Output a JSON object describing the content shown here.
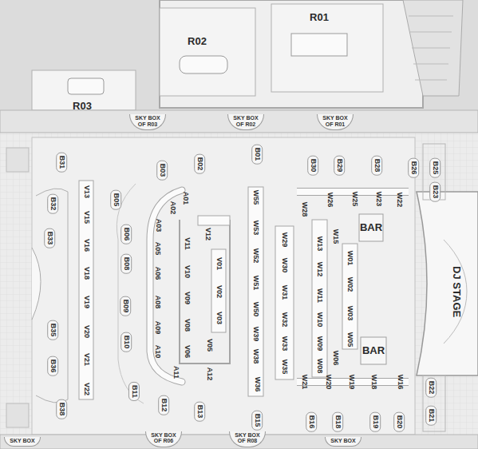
{
  "diagram": {
    "nodes": [
      {
        "text": [
          "R01"
        ]
      },
      {
        "text": [
          "R02"
        ]
      },
      {
        "text": [
          "R03"
        ]
      },
      {
        "text": [
          "SKY BOX OF R03"
        ]
      },
      {
        "text": [
          "SKY BOX OF R02"
        ]
      },
      {
        "text": [
          "SKY BOX OF R01"
        ]
      },
      {
        "text": [
          "B01"
        ]
      },
      {
        "text": [
          "B02"
        ]
      },
      {
        "text": [
          "B03"
        ]
      },
      {
        "text": [
          "B30"
        ]
      },
      {
        "text": [
          "B29"
        ]
      },
      {
        "text": [
          "B28"
        ]
      },
      {
        "text": [
          "B26"
        ]
      },
      {
        "text": [
          "B25"
        ]
      },
      {
        "text": [
          "B23"
        ]
      },
      {
        "text": [
          "B31"
        ]
      },
      {
        "text": [
          "V13"
        ]
      },
      {
        "text": [
          "B05"
        ]
      },
      {
        "text": [
          "A01"
        ]
      },
      {
        "text": [
          "A02"
        ]
      },
      {
        "text": [
          "W55"
        ]
      },
      {
        "text": [
          "W28"
        ]
      },
      {
        "text": [
          "W26"
        ]
      },
      {
        "text": [
          "W25"
        ]
      },
      {
        "text": [
          "W23"
        ]
      },
      {
        "text": [
          "W22"
        ]
      },
      {
        "text": [
          "B32"
        ]
      },
      {
        "text": [
          "V15"
        ]
      },
      {
        "text": [
          "A03"
        ]
      },
      {
        "text": [
          "V12"
        ]
      },
      {
        "text": [
          "W53"
        ]
      },
      {
        "text": [
          "W29"
        ]
      },
      {
        "text": [
          "W13"
        ]
      },
      {
        "text": [
          "W15"
        ]
      },
      {
        "text": [
          "BAR"
        ]
      },
      {
        "text": [
          "B33"
        ]
      },
      {
        "text": [
          "V16"
        ]
      },
      {
        "text": [
          "B06"
        ]
      },
      {
        "text": [
          "A05"
        ]
      },
      {
        "text": [
          "V11"
        ]
      },
      {
        "text": [
          "W52"
        ]
      },
      {
        "text": [
          "W30"
        ]
      },
      {
        "text": [
          "W12"
        ]
      },
      {
        "text": [
          "W01"
        ]
      },
      {
        "text": [
          "B08"
        ]
      },
      {
        "text": [
          "V18"
        ]
      },
      {
        "text": [
          "A06"
        ]
      },
      {
        "text": [
          "V10"
        ]
      },
      {
        "text": [
          "V01"
        ]
      },
      {
        "text": [
          "W51"
        ]
      },
      {
        "text": [
          "W31"
        ]
      },
      {
        "text": [
          "W11"
        ]
      },
      {
        "text": [
          "W02"
        ]
      },
      {
        "text": [
          "DJ STAGE"
        ]
      },
      {
        "text": [
          "V19"
        ]
      },
      {
        "text": [
          "B09"
        ]
      },
      {
        "text": [
          "A08"
        ]
      },
      {
        "text": [
          "V09"
        ]
      },
      {
        "text": [
          "V02"
        ]
      },
      {
        "text": [
          "W50"
        ]
      },
      {
        "text": [
          "W32"
        ]
      },
      {
        "text": [
          "W10"
        ]
      },
      {
        "text": [
          "W03"
        ]
      },
      {
        "text": [
          "V20"
        ]
      },
      {
        "text": [
          "B35"
        ]
      },
      {
        "text": [
          "A09"
        ]
      },
      {
        "text": [
          "V08"
        ]
      },
      {
        "text": [
          "V03"
        ]
      },
      {
        "text": [
          "W39"
        ]
      },
      {
        "text": [
          "W33"
        ]
      },
      {
        "text": [
          "W09"
        ]
      },
      {
        "text": [
          "W05"
        ]
      },
      {
        "text": [
          "B10"
        ]
      },
      {
        "text": [
          "V05"
        ]
      },
      {
        "text": [
          "BAR"
        ]
      },
      {
        "text": [
          "V21"
        ]
      },
      {
        "text": [
          "A10"
        ]
      },
      {
        "text": [
          "V06"
        ]
      },
      {
        "text": [
          "W38"
        ]
      },
      {
        "text": [
          "W06"
        ]
      },
      {
        "text": [
          "B36"
        ]
      },
      {
        "text": [
          "W35"
        ]
      },
      {
        "text": [
          "W08"
        ]
      },
      {
        "text": [
          "A11"
        ]
      },
      {
        "text": [
          "A12"
        ]
      },
      {
        "text": [
          "W21"
        ]
      },
      {
        "text": [
          "W20"
        ]
      },
      {
        "text": [
          "W19"
        ]
      },
      {
        "text": [
          "W18"
        ]
      },
      {
        "text": [
          "W16"
        ]
      },
      {
        "text": [
          "W36"
        ]
      },
      {
        "text": [
          "V22"
        ]
      },
      {
        "text": [
          "B11"
        ]
      },
      {
        "text": [
          "B22"
        ]
      },
      {
        "text": [
          "B12"
        ]
      },
      {
        "text": [
          "B38"
        ]
      },
      {
        "text": [
          "B13"
        ]
      },
      {
        "text": [
          "B21"
        ]
      },
      {
        "text": [
          "B15"
        ]
      },
      {
        "text": [
          "B16"
        ]
      },
      {
        "text": [
          "B18"
        ]
      },
      {
        "text": [
          "B19"
        ]
      },
      {
        "text": [
          "B20"
        ]
      },
      {
        "text": [
          "SKY BOX OF R06"
        ]
      },
      {
        "text": [
          "SKY BOX OF R08"
        ]
      },
      {
        "text": [
          "SKY BOX"
        ]
      },
      {
        "text": [
          "SKY BOX"
        ]
      }
    ]
  }
}
